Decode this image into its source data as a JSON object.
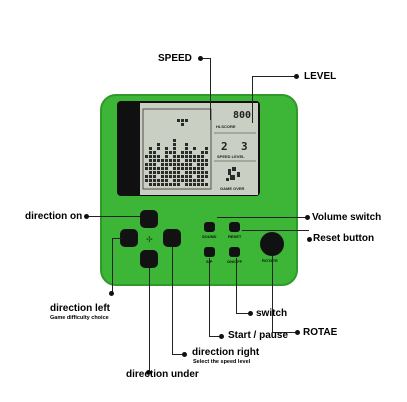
{
  "callouts": {
    "speed": "SPEED",
    "level": "LEVEL",
    "direction_on": "direction on",
    "volume_switch": "Volume switch",
    "reset_button": "Reset button",
    "direction_left": "direction left",
    "direction_left_sub": "Game difficulty choice",
    "switch": "switch",
    "start_pause": "Start / pause",
    "rotae": "ROTAE",
    "direction_right": "direction right",
    "direction_right_sub": "Select the speed level",
    "direction_under": "direction under"
  },
  "screen": {
    "score": "800",
    "hi_score_label": "HI-SCORE",
    "speed_value": "2",
    "level_value": "3",
    "speed_level_label": "SPEED  LEVEL",
    "game_over_label": "GAME  OVER"
  },
  "device_labels": {
    "sound": "SOUND",
    "reset": "RESET",
    "sp": "S/P",
    "on_off": "ON/OFF",
    "rotate": "ROTATE"
  },
  "colors": {
    "body": "#3db536",
    "screen": "#c9cfc2",
    "buttons": "#111111"
  }
}
